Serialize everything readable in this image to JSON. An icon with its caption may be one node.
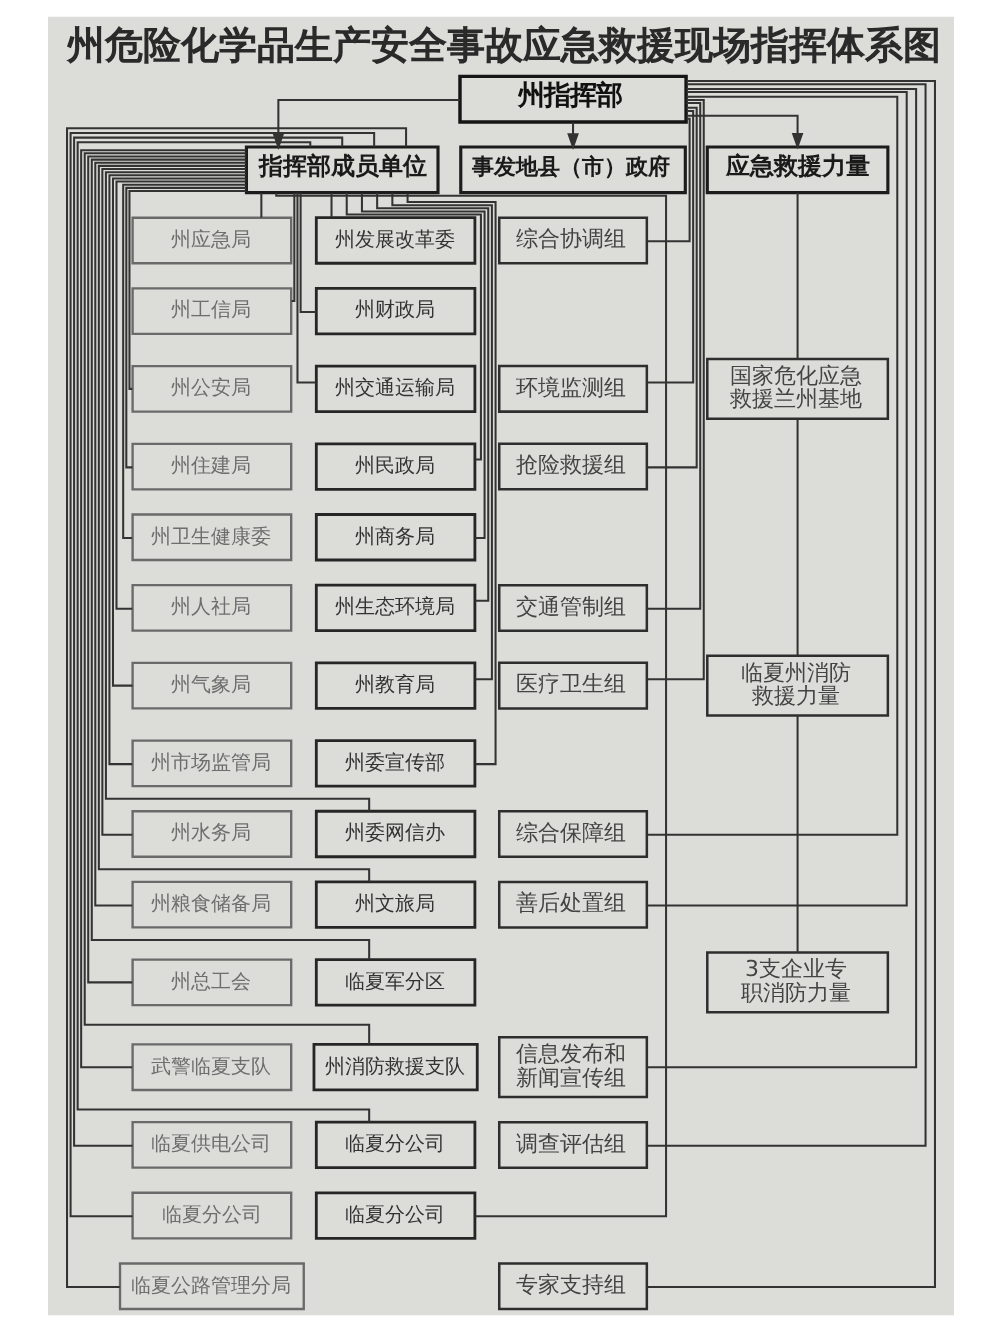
{
  "diagram": {
    "title": "州危险化学品生产安全事故应急救援现场指挥体系图",
    "nodes": [
      {
        "text": [
          "州指挥部"
        ]
      },
      {
        "text": [
          "指挥部成员单位"
        ]
      },
      {
        "text": [
          "州应急局"
        ]
      },
      {
        "text": [
          "州发展改革委"
        ]
      },
      {
        "text": [
          "州工信局"
        ]
      },
      {
        "text": [
          "州财政局"
        ]
      },
      {
        "text": [
          "州公安局"
        ]
      },
      {
        "text": [
          "州交通运输局"
        ]
      },
      {
        "text": [
          "州住建局"
        ]
      },
      {
        "text": [
          "州民政局"
        ]
      },
      {
        "text": [
          "州卫生健康委"
        ]
      },
      {
        "text": [
          "州商务局"
        ]
      },
      {
        "text": [
          "州人社局"
        ]
      },
      {
        "text": [
          "州生态环境局"
        ]
      },
      {
        "text": [
          "州气象局"
        ]
      },
      {
        "text": [
          "州教育局"
        ]
      },
      {
        "text": [
          "州市场监管局"
        ]
      },
      {
        "text": [
          "州委宣传部"
        ]
      },
      {
        "text": [
          "州水务局"
        ]
      },
      {
        "text": [
          "州委网信办"
        ]
      },
      {
        "text": [
          "州粮食储备局"
        ]
      },
      {
        "text": [
          "州文旅局"
        ]
      },
      {
        "text": [
          "州总工会"
        ]
      },
      {
        "text": [
          "临夏军分区"
        ]
      },
      {
        "text": [
          "武警临夏支队"
        ]
      },
      {
        "text": [
          "州消防救援支队"
        ]
      },
      {
        "text": [
          "临夏供电公司"
        ]
      },
      {
        "text": [
          "临夏分公司"
        ]
      },
      {
        "text": [
          "临夏分公司"
        ]
      },
      {
        "text": [
          "临夏分公司"
        ]
      },
      {
        "text": [
          "临夏公路管理分局"
        ]
      },
      {
        "text": [
          "事发地县（市）政府"
        ]
      },
      {
        "text": [
          "综合协调组"
        ]
      },
      {
        "text": [
          "环境监测组"
        ]
      },
      {
        "text": [
          "抢险救援组"
        ]
      },
      {
        "text": [
          "交通管制组"
        ]
      },
      {
        "text": [
          "医疗卫生组"
        ]
      },
      {
        "text": [
          "综合保障组"
        ]
      },
      {
        "text": [
          "善后处置组"
        ]
      },
      {
        "text": [
          "信息发布和新闻宣传组"
        ]
      },
      {
        "text": [
          "调查评估组"
        ]
      },
      {
        "text": [
          "专家支持组"
        ]
      },
      {
        "text": [
          "应急救援力量"
        ]
      },
      {
        "text": [
          "国家危化应急救援兰州基地"
        ]
      },
      {
        "text": [
          "临夏州消防救援力量"
        ]
      },
      {
        "text": [
          "3支企业专职消防力量"
        ]
      }
    ],
    "edges": [
      {
        "from": 0,
        "to": 1,
        "arrow": "to"
      },
      {
        "from": 0,
        "to": 31,
        "arrow": "to"
      },
      {
        "from": 0,
        "to": 42,
        "arrow": "to"
      },
      {
        "from": 1,
        "to": 2,
        "arrow": "none"
      },
      {
        "from": 1,
        "to": 3,
        "arrow": "none"
      },
      {
        "from": 1,
        "to": 4,
        "arrow": "none"
      },
      {
        "from": 1,
        "to": 5,
        "arrow": "none"
      },
      {
        "from": 1,
        "to": 6,
        "arrow": "none"
      },
      {
        "from": 1,
        "to": 7,
        "arrow": "none"
      },
      {
        "from": 1,
        "to": 8,
        "arrow": "none"
      },
      {
        "from": 1,
        "to": 9,
        "arrow": "none"
      },
      {
        "from": 1,
        "to": 10,
        "arrow": "none"
      },
      {
        "from": 1,
        "to": 11,
        "arrow": "none"
      },
      {
        "from": 1,
        "to": 12,
        "arrow": "none"
      },
      {
        "from": 1,
        "to": 13,
        "arrow": "none"
      },
      {
        "from": 1,
        "to": 14,
        "arrow": "none"
      },
      {
        "from": 1,
        "to": 15,
        "arrow": "none"
      },
      {
        "from": 1,
        "to": 16,
        "arrow": "none"
      },
      {
        "from": 1,
        "to": 17,
        "arrow": "none"
      },
      {
        "from": 1,
        "to": 18,
        "arrow": "none"
      },
      {
        "from": 1,
        "to": 19,
        "arrow": "none"
      },
      {
        "from": 1,
        "to": 20,
        "arrow": "none"
      },
      {
        "from": 1,
        "to": 21,
        "arrow": "none"
      },
      {
        "from": 1,
        "to": 22,
        "arrow": "none"
      },
      {
        "from": 1,
        "to": 23,
        "arrow": "none"
      },
      {
        "from": 1,
        "to": 24,
        "arrow": "none"
      },
      {
        "from": 1,
        "to": 25,
        "arrow": "none"
      },
      {
        "from": 1,
        "to": 26,
        "arrow": "none"
      },
      {
        "from": 1,
        "to": 27,
        "arrow": "none"
      },
      {
        "from": 1,
        "to": 28,
        "arrow": "none"
      },
      {
        "from": 1,
        "to": 29,
        "arrow": "none"
      },
      {
        "from": 1,
        "to": 30,
        "arrow": "none"
      },
      {
        "from": 0,
        "to": 32,
        "arrow": "none"
      },
      {
        "from": 0,
        "to": 33,
        "arrow": "none"
      },
      {
        "from": 0,
        "to": 34,
        "arrow": "none"
      },
      {
        "from": 0,
        "to": 35,
        "arrow": "none"
      },
      {
        "from": 0,
        "to": 36,
        "arrow": "none"
      },
      {
        "from": 0,
        "to": 37,
        "arrow": "none"
      },
      {
        "from": 0,
        "to": 38,
        "arrow": "none"
      },
      {
        "from": 0,
        "to": 39,
        "arrow": "none"
      },
      {
        "from": 0,
        "to": 40,
        "arrow": "none"
      },
      {
        "from": 0,
        "to": 41,
        "arrow": "none"
      },
      {
        "from": 42,
        "to": 43,
        "arrow": "none"
      },
      {
        "from": 43,
        "to": 44,
        "arrow": "none"
      },
      {
        "from": 44,
        "to": 45,
        "arrow": "none"
      }
    ]
  }
}
